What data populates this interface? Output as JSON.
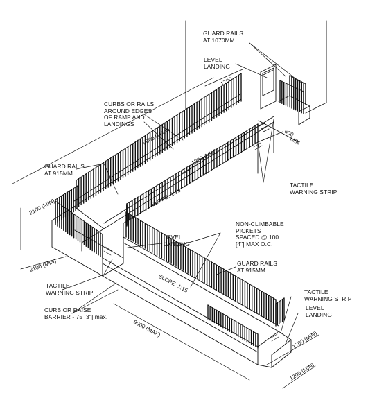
{
  "labels": {
    "guard_rails_1070": [
      "GUARD RAILS",
      "AT 1070MM"
    ],
    "level_landing_top": [
      "LEVEL",
      "LANDING"
    ],
    "curbs_rails": [
      "CURBS OR RAILS",
      "AROUND EDGES",
      "OF RAMP AND",
      "LANDINGS"
    ],
    "guard_rails_915_left": [
      "GUARD RAILS",
      "AT 915MM"
    ],
    "tactile_right": [
      "TACTILE",
      "WARNING STRIP"
    ],
    "non_climbable": [
      "NON-CLIMBABLE",
      "PICKETS",
      "SPACED @ 100",
      "[4\"] MAX O.C."
    ],
    "level_landing_mid": [
      "LEVEL",
      "LANDING"
    ],
    "guard_rails_915_right": [
      "GUARD RAILS",
      "AT 915MM"
    ],
    "tactile_left": [
      "TACTILE",
      "WARNING STRIP"
    ],
    "curb_barrier": [
      "CURB OR RAISE",
      "BARRIER - 75 [3\"] max."
    ],
    "tactile_bottom_right": [
      "TACTILE",
      "WARNING STRIP"
    ],
    "level_landing_bottom": [
      "LEVEL",
      "LANDING"
    ]
  },
  "dimensions": {
    "d1700_top": "1700",
    "d600": "600",
    "min": "MIN",
    "d9000_top": "9000 (MAX)",
    "d1200_upper": "1200 (MIN)",
    "slope_upper": "SLOPE: 1:15",
    "d2100_left_vert": "2100 (MIN)",
    "d2100_left_horiz": "2100 (MIN)",
    "slope_lower": "SLOPE: 1:15",
    "d9000_bottom": "9000 (MAX)",
    "d1700_bottom": "1700 (MIN)",
    "d1200_bottom": "1200 (MIN)"
  }
}
